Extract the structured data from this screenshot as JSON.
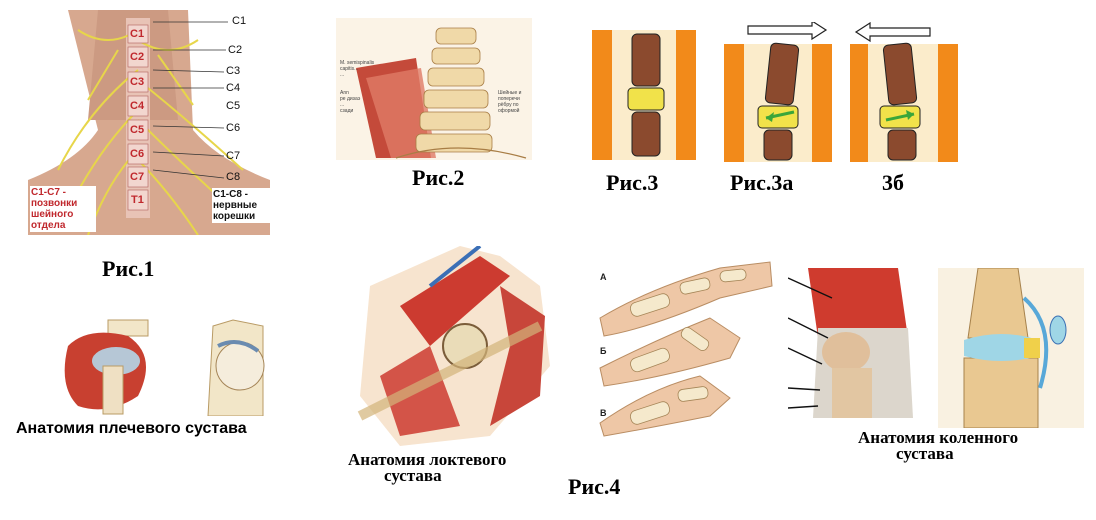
{
  "fig1": {
    "caption": "Рис.1",
    "nerve_labels": [
      "C1",
      "C2",
      "C3",
      "C4",
      "C5",
      "C6",
      "C7",
      "C8"
    ],
    "vertebra_labels": [
      "C1",
      "C2",
      "C3",
      "C4",
      "C5",
      "C6",
      "C7",
      "T1"
    ],
    "note_left": [
      "C1-C7 -",
      "позвонки",
      "шейного",
      "отдела"
    ],
    "note_right": [
      "C1-C8 -",
      "нервные",
      "корешки"
    ]
  },
  "fig2": {
    "caption": "Рис.2",
    "tiny_left": [
      "М. semispinalis",
      "capitis...",
      "...",
      "Ann",
      "ре дизаэ",
      "...",
      "сзади"
    ],
    "tiny_right": [
      "Шейные и",
      "поперечи",
      "рёбру по",
      "оформой"
    ]
  },
  "fig3": {
    "captions": [
      "Рис.3",
      "Рис.3а",
      "3б"
    ]
  },
  "shoulder": {
    "caption": "Анатомия плечевого сустава"
  },
  "elbow": {
    "caption": [
      "Анатомия локтевого",
      "сустава"
    ]
  },
  "fig4": {
    "caption": "Рис.4",
    "finger_labels": [
      "А",
      "Б",
      "В"
    ]
  },
  "knee": {
    "caption": [
      "Анатомия коленного",
      "сустава"
    ]
  },
  "colors": {
    "red_label": "#c0282d",
    "vertebra_brown": "#8b4a2e",
    "orange_band": "#f28a1a",
    "disc_yellow": "#f1e24a",
    "arrow_green": "#3aa63a"
  }
}
